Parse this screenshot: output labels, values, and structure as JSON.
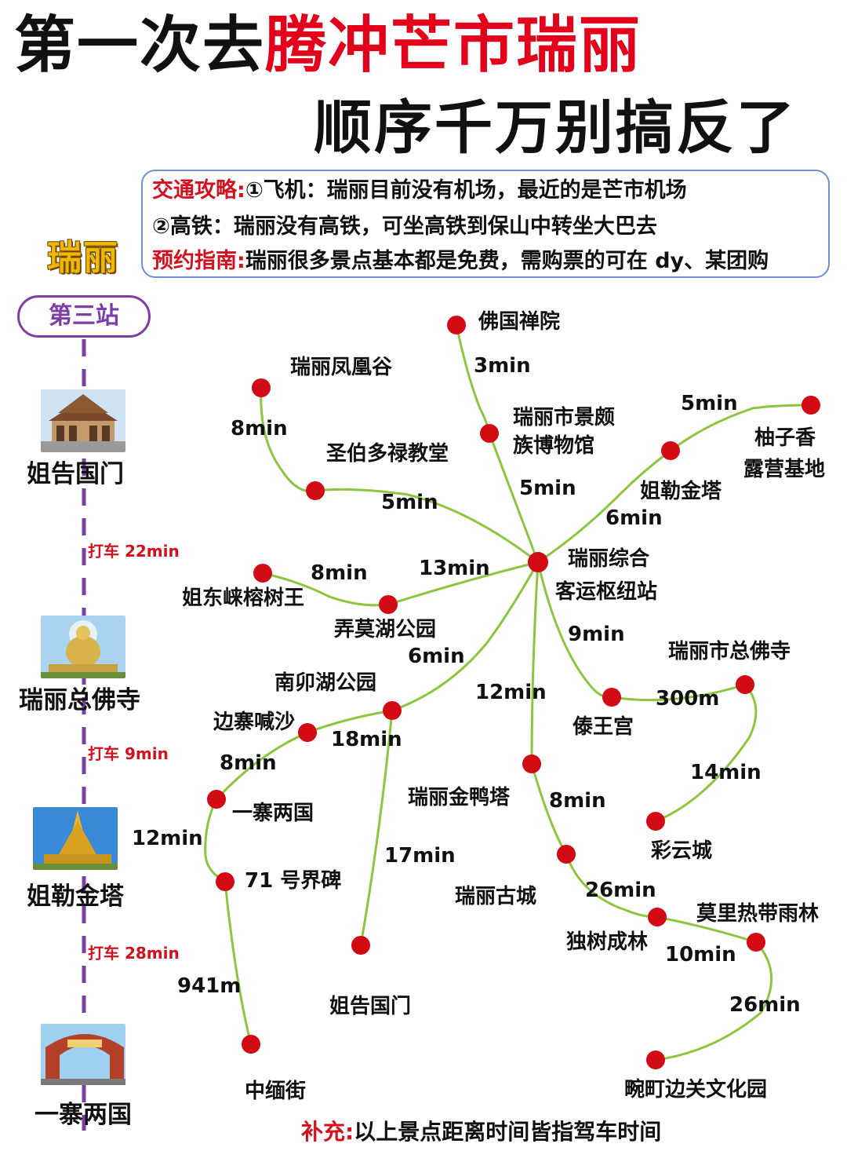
{
  "title": {
    "prefix": "第一次去",
    "highlight": "腾冲芒市瑞丽",
    "line2": "顺序千万别搞反了"
  },
  "city_tag": "瑞丽",
  "info": {
    "transport_label": "交通攻略:",
    "transport_plane": "①飞机：瑞丽目前没有机场，最近的是芒市机场",
    "transport_train": "②高铁：瑞丽没有高铁，可坐高铁到保山中转坐大巴去",
    "booking_label": "预约指南:",
    "booking_text": "瑞丽很多景点基本都是免费，需购票的可在 dy、某团购"
  },
  "itinerary": {
    "station_label": "第三站",
    "stops": [
      "姐告国门",
      "瑞丽总佛寺",
      "姐勒金塔",
      "一寨两国"
    ],
    "rides": [
      "打车 22min",
      "打车 9min",
      "打车 28min"
    ]
  },
  "map": {
    "places": {
      "fo_guo_chan_yuan": "佛国禅院",
      "feng_huang_gu": "瑞丽凤凰谷",
      "jing_po_museum_1": "瑞丽市景颇",
      "jing_po_museum_2": "族博物馆",
      "you_zi_xiang_1": "柚子香",
      "you_zi_xiang_2": "露营基地",
      "sheng_bo_duo_lu": "圣伯多禄教堂",
      "jie_le_jin_ta": "姐勒金塔",
      "hub_1": "瑞丽综合",
      "hub_2": "客运枢纽站",
      "rong_shu_wang": "姐东崃榕树王",
      "nong_mo_hu": "弄莫湖公园",
      "zong_fo_si": "瑞丽市总佛寺",
      "nan_mao_hu": "南卯湖公园",
      "bian_zhai_han_sha": "边寨喊沙",
      "dai_wang_gong": "傣王宫",
      "yi_zhai_liang_guo": "一寨两国",
      "jin_ya_ta": "瑞丽金鸭塔",
      "cai_yun_cheng": "彩云城",
      "jie_bei_71": "71 号界碑",
      "gu_cheng": "瑞丽古城",
      "mo_li_yu_lin": "莫里热带雨林",
      "du_shu_cheng_lin": "独树成林",
      "jie_gao_guo_men": "姐告国门",
      "zhong_mian_jie": "中缅街",
      "wan_ding": "畹町边关文化园"
    },
    "times": {
      "t_3min": "3min",
      "t_8min_a": "8min",
      "t_5min_a": "5min",
      "t_5min_b": "5min",
      "t_5min_c": "5min",
      "t_6min_a": "6min",
      "t_8min_b": "8min",
      "t_13min": "13min",
      "t_9min": "9min",
      "t_6min_b": "6min",
      "t_12min_a": "12min",
      "t_300m": "300m",
      "t_18min": "18min",
      "t_8min_c": "8min",
      "t_14min": "14min",
      "t_8min_d": "8min",
      "t_12min_b": "12min",
      "t_17min": "17min",
      "t_26min_a": "26min",
      "t_10min": "10min",
      "t_941m": "941m",
      "t_26min_b": "26min"
    },
    "colors": {
      "route": "#8cc63f",
      "node": "#d10a14"
    }
  },
  "footnote": {
    "label": "补充:",
    "text": "以上景点距离时间皆指驾车时间"
  }
}
